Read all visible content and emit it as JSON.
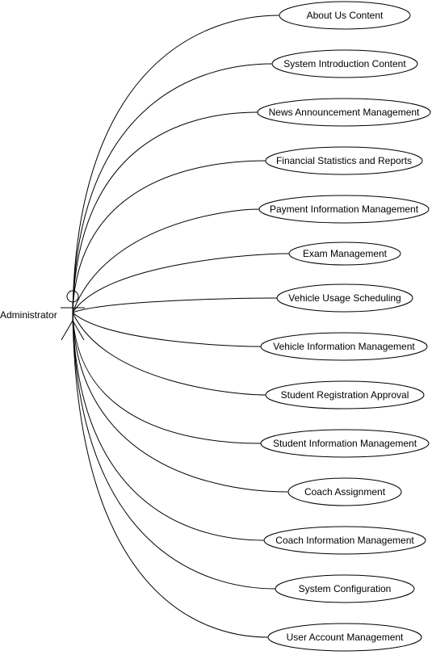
{
  "actor": {
    "label": "Administrator"
  },
  "use_cases": [
    {
      "id": "about-us-content",
      "label": "About Us Content"
    },
    {
      "id": "system-introduction-content",
      "label": "System Introduction Content"
    },
    {
      "id": "news-announcement-management",
      "label": "News Announcement Management"
    },
    {
      "id": "financial-statistics-and-reports",
      "label": "Financial Statistics and Reports"
    },
    {
      "id": "payment-information-management",
      "label": "Payment Information Management"
    },
    {
      "id": "exam-management",
      "label": "Exam Management"
    },
    {
      "id": "vehicle-usage-scheduling",
      "label": "Vehicle Usage Scheduling"
    },
    {
      "id": "vehicle-information-management",
      "label": "Vehicle Information Management"
    },
    {
      "id": "student-registration-approval",
      "label": "Student Registration Approval"
    },
    {
      "id": "student-information-management",
      "label": "Student Information Management"
    },
    {
      "id": "coach-assignment",
      "label": "Coach Assignment"
    },
    {
      "id": "coach-information-management",
      "label": "Coach Information Management"
    },
    {
      "id": "system-configuration",
      "label": "System Configuration"
    },
    {
      "id": "user-account-management",
      "label": "User Account Management"
    }
  ]
}
